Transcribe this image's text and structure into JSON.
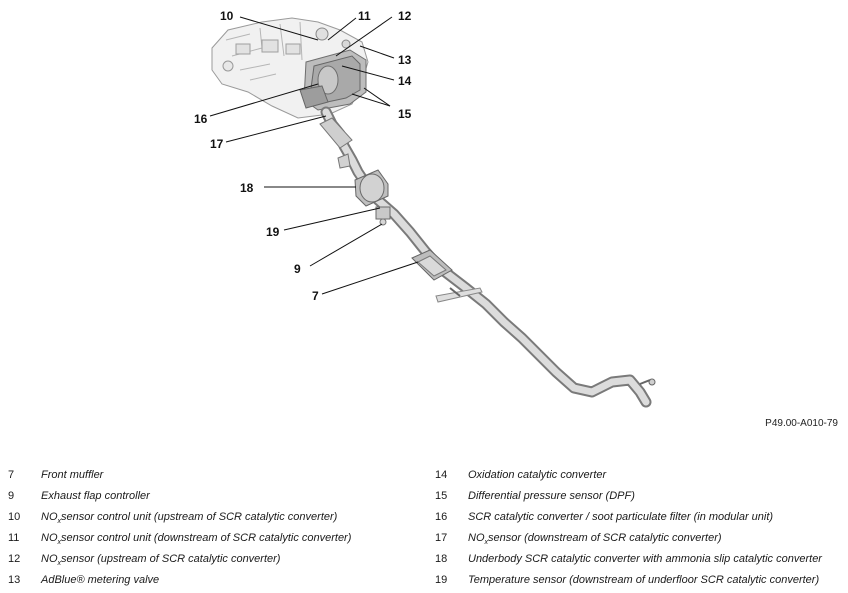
{
  "figure_code": "P49.00-A010-79",
  "callouts": {
    "c7": "7",
    "c9": "9",
    "c10": "10",
    "c11": "11",
    "c12": "12",
    "c13": "13",
    "c14": "14",
    "c15": "15",
    "c16": "16",
    "c17": "17",
    "c18": "18",
    "c19": "19"
  },
  "legend_left": [
    {
      "num": "7",
      "pre": "Front muffler",
      "sub": "",
      "post": ""
    },
    {
      "num": "9",
      "pre": "Exhaust flap controller",
      "sub": "",
      "post": ""
    },
    {
      "num": "10",
      "pre": "NO",
      "sub": "x",
      "post": "sensor control unit (upstream of SCR catalytic converter)"
    },
    {
      "num": "11",
      "pre": "NO",
      "sub": "x",
      "post": "sensor control unit (downstream of SCR catalytic converter)"
    },
    {
      "num": "12",
      "pre": "NO",
      "sub": "x",
      "post": "sensor (upstream of SCR catalytic converter)"
    },
    {
      "num": "13",
      "pre": "AdBlue® metering valve",
      "sub": "",
      "post": ""
    }
  ],
  "legend_right": [
    {
      "num": "14",
      "pre": "Oxidation catalytic converter",
      "sub": "",
      "post": ""
    },
    {
      "num": "15",
      "pre": "Differential pressure sensor (DPF)",
      "sub": "",
      "post": ""
    },
    {
      "num": "16",
      "pre": "SCR catalytic converter / soot particulate filter (in modular unit)",
      "sub": "",
      "post": ""
    },
    {
      "num": "17",
      "pre": "NO",
      "sub": "x",
      "post": "sensor (downstream of SCR catalytic converter)"
    },
    {
      "num": "18",
      "pre": "Underbody SCR catalytic converter with ammonia slip catalytic converter",
      "sub": "",
      "post": ""
    },
    {
      "num": "19",
      "pre": "Temperature sensor (downstream of underfloor SCR catalytic converter)",
      "sub": "",
      "post": ""
    }
  ]
}
